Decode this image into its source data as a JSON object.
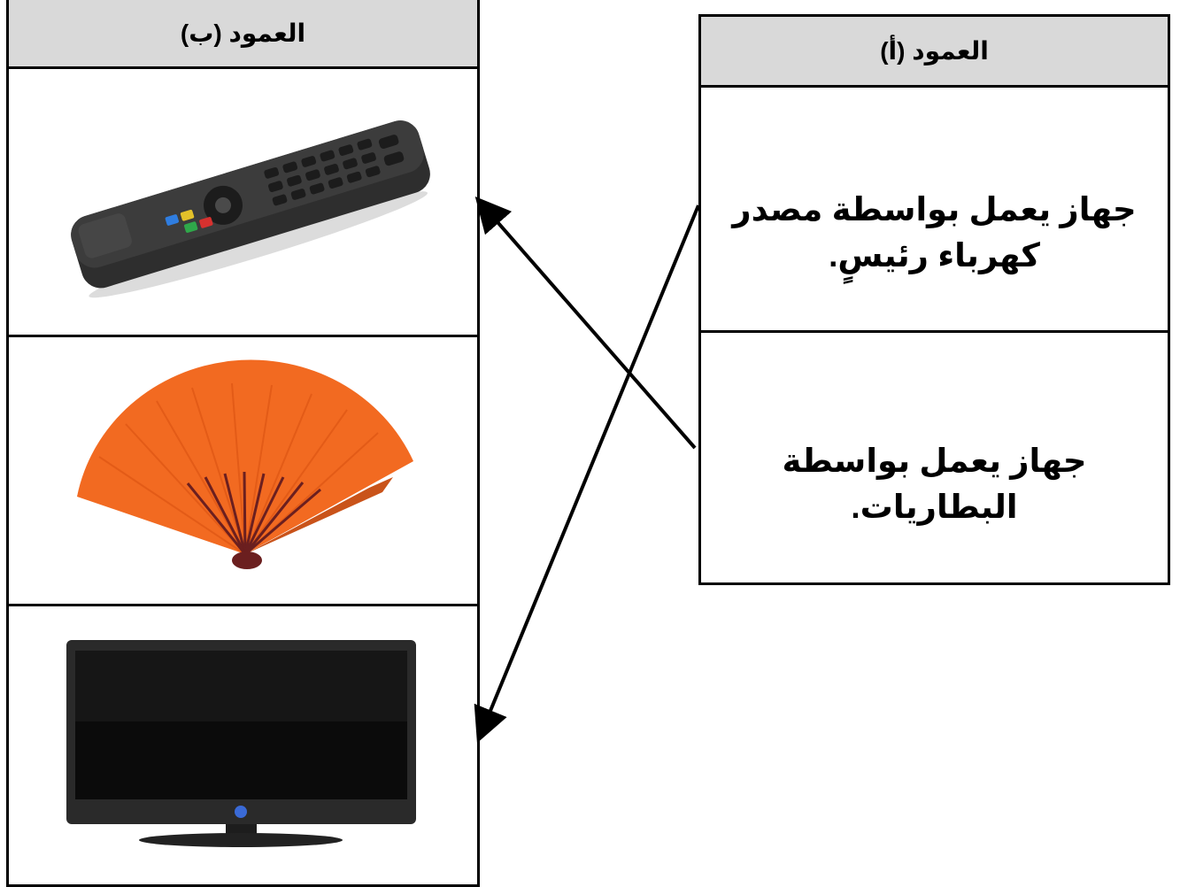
{
  "column_b": {
    "header": "العمود (ب)",
    "items": [
      {
        "image": "tv-remote-control"
      },
      {
        "image": "orange-hand-fan"
      },
      {
        "image": "flat-screen-television"
      }
    ]
  },
  "column_a": {
    "header": "العمود (أ)",
    "items": [
      {
        "line1": "جهاز يعمل بواسطة مصدر",
        "line2": "كهرباء رئيسٍ."
      },
      {
        "line1": "جهاز يعمل بواسطة البطاريات."
      }
    ]
  },
  "matches": [
    {
      "from": "column_a.items.0",
      "to": "column_b.items.2"
    },
    {
      "from": "column_a.items.1",
      "to": "column_b.items.0"
    }
  ],
  "colors": {
    "header_fill": "#d9d9d9",
    "border": "#000000",
    "fan": "#f26a21",
    "fan_ribs": "#6b1f1f"
  }
}
